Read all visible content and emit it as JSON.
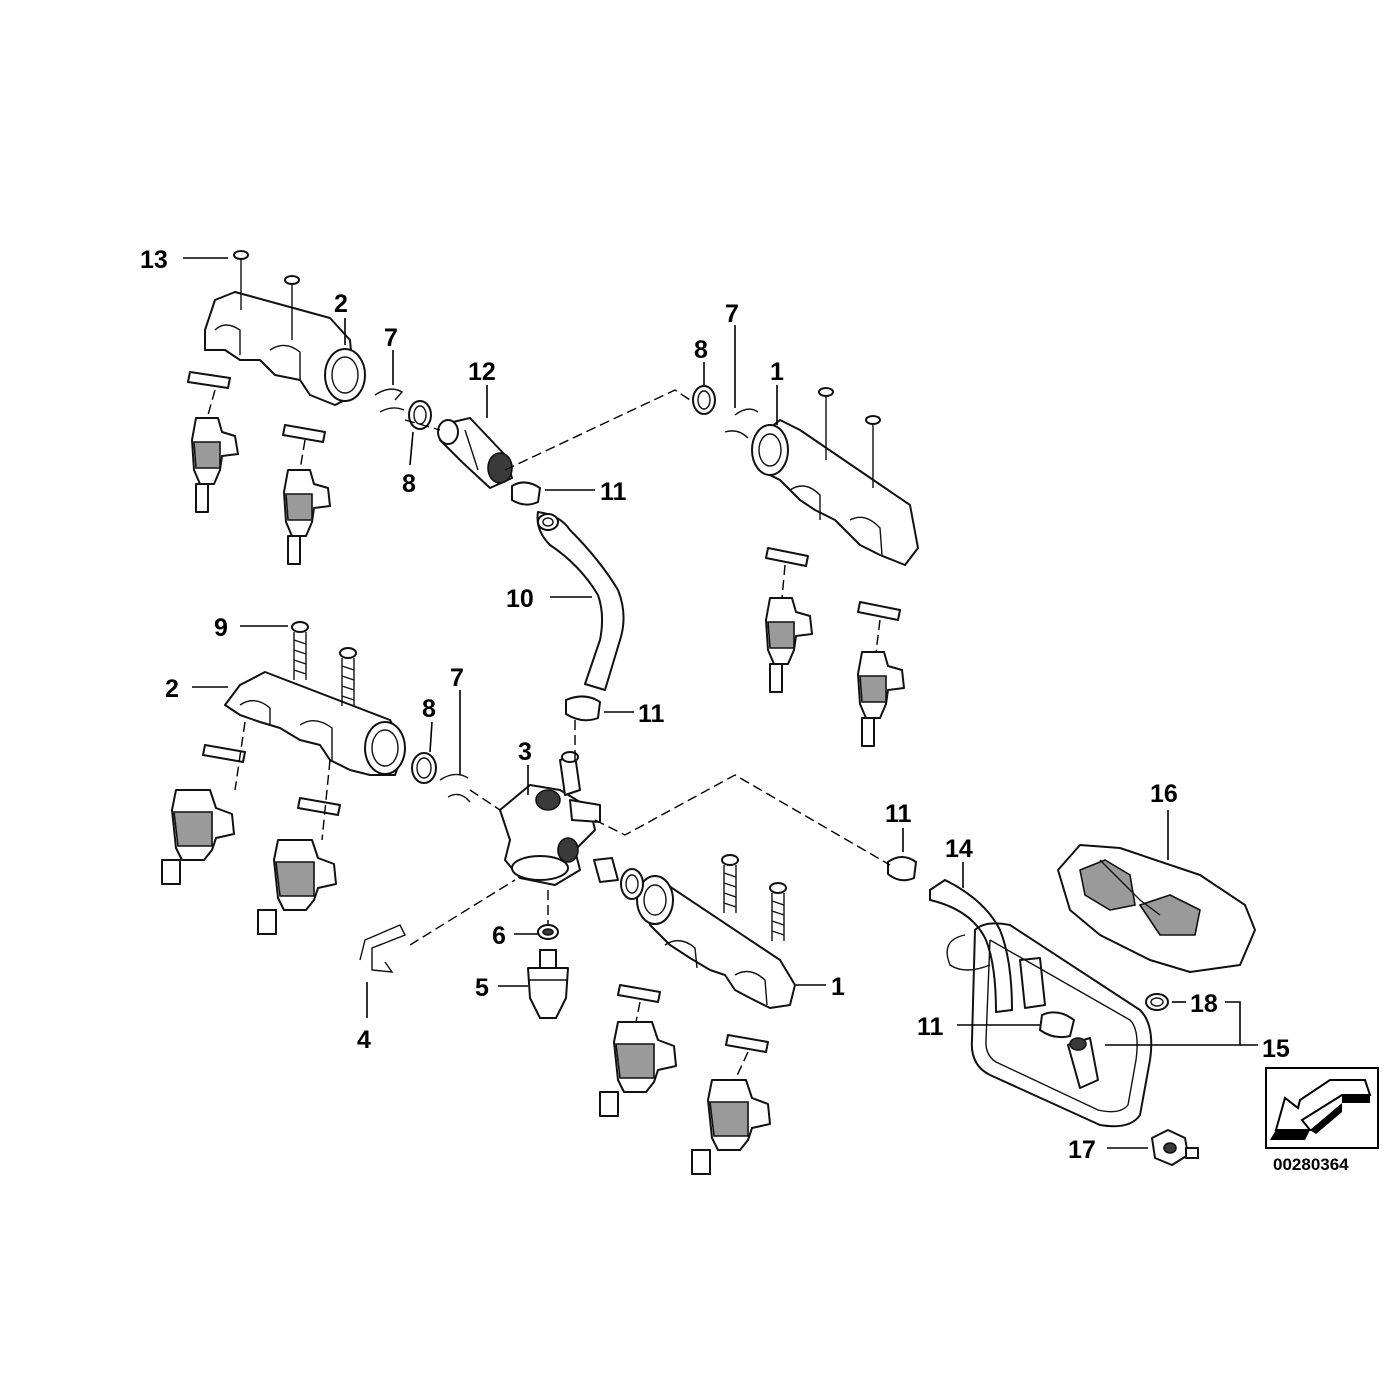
{
  "diagram": {
    "reference_code": "00280364",
    "callouts": [
      {
        "id": "c13",
        "text": "13"
      },
      {
        "id": "c2a",
        "text": "2"
      },
      {
        "id": "c7a",
        "text": "7"
      },
      {
        "id": "c12",
        "text": "12"
      },
      {
        "id": "c8a",
        "text": "8"
      },
      {
        "id": "c11a",
        "text": "11"
      },
      {
        "id": "c8b",
        "text": "8"
      },
      {
        "id": "c7b",
        "text": "7"
      },
      {
        "id": "c1a",
        "text": "1"
      },
      {
        "id": "c10",
        "text": "10"
      },
      {
        "id": "c9",
        "text": "9"
      },
      {
        "id": "c2b",
        "text": "2"
      },
      {
        "id": "c8c",
        "text": "8"
      },
      {
        "id": "c7c",
        "text": "7"
      },
      {
        "id": "c11b",
        "text": "11"
      },
      {
        "id": "c3",
        "text": "3"
      },
      {
        "id": "c11c",
        "text": "11"
      },
      {
        "id": "c14",
        "text": "14"
      },
      {
        "id": "c16",
        "text": "16"
      },
      {
        "id": "c6",
        "text": "6"
      },
      {
        "id": "c5",
        "text": "5"
      },
      {
        "id": "c4",
        "text": "4"
      },
      {
        "id": "c1b",
        "text": "1"
      },
      {
        "id": "c18",
        "text": "18"
      },
      {
        "id": "c11d",
        "text": "11"
      },
      {
        "id": "c15",
        "text": "15"
      },
      {
        "id": "c17",
        "text": "17"
      }
    ]
  }
}
